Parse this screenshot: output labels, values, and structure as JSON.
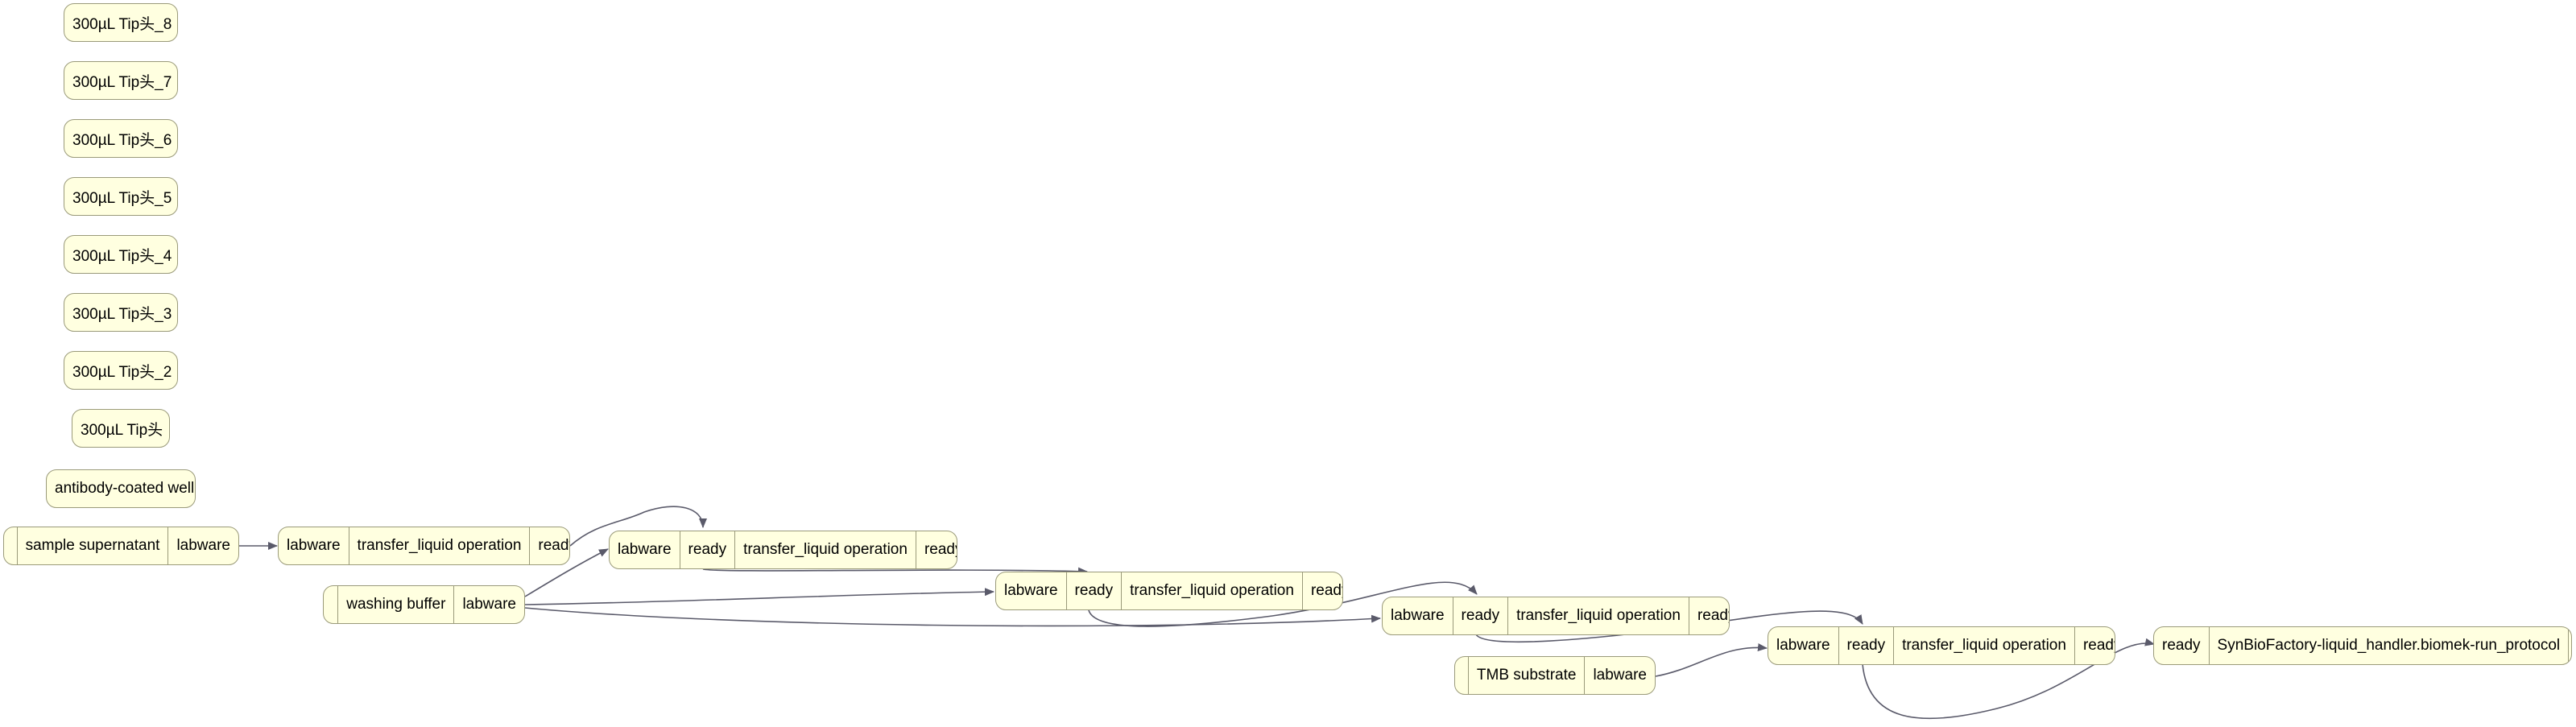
{
  "tips": [
    {
      "label": "300µL Tip头_8"
    },
    {
      "label": "300µL Tip头_7"
    },
    {
      "label": "300µL Tip头_6"
    },
    {
      "label": "300µL Tip头_5"
    },
    {
      "label": "300µL Tip头_4"
    },
    {
      "label": "300µL Tip头_3"
    },
    {
      "label": "300µL Tip头_2"
    },
    {
      "label": "300µL Tip头"
    }
  ],
  "antibody_well": {
    "label": "antibody-coated well"
  },
  "sample": {
    "name": "sample supernatant",
    "port": "labware"
  },
  "washing": {
    "name": "washing buffer",
    "port": "labware"
  },
  "tmb": {
    "name": "TMB substrate",
    "port": "labware"
  },
  "transfers": [
    {
      "in1": "labware",
      "op": "transfer_liquid operation",
      "out": "ready"
    },
    {
      "in1": "labware",
      "in2": "ready",
      "op": "transfer_liquid operation",
      "out": "ready"
    },
    {
      "in1": "labware",
      "in2": "ready",
      "op": "transfer_liquid operation",
      "out": "ready"
    },
    {
      "in1": "labware",
      "in2": "ready",
      "op": "transfer_liquid operation",
      "out": "ready"
    },
    {
      "in1": "labware",
      "in2": "ready",
      "op": "transfer_liquid operation",
      "out": "ready"
    }
  ],
  "protocol": {
    "in": "ready",
    "op": "SynBioFactory-liquid_handler.biomek-run_protocol"
  },
  "colors": {
    "node_fill": "#ffffe0",
    "node_border": "#9a9a7a",
    "edge": "#5a5a6a"
  }
}
